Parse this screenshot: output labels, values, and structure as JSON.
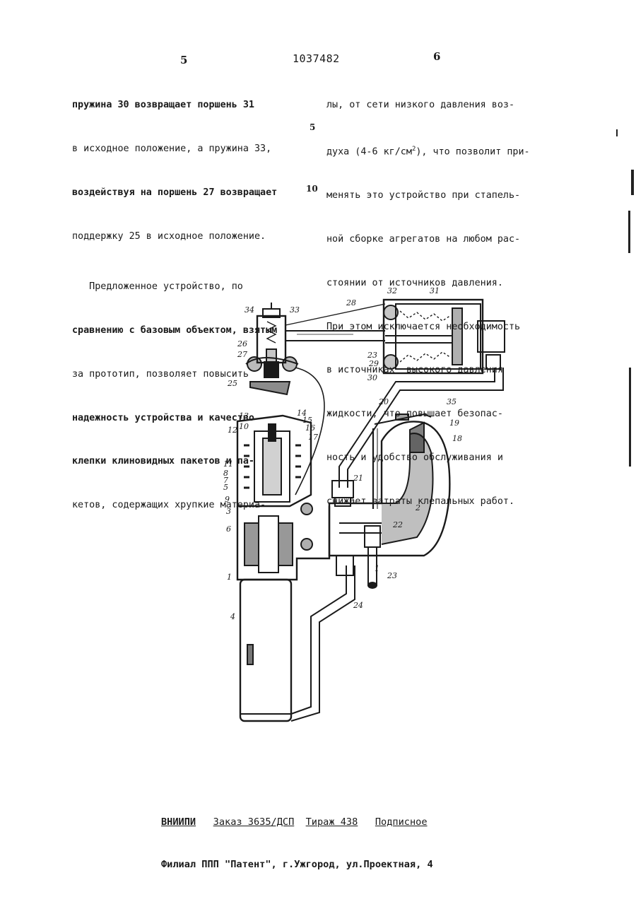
{
  "header": {
    "col_left_number": "5",
    "patent_number": "1037482",
    "col_right_number": "6"
  },
  "left_column": {
    "lines": [
      "пружина 30 возвращает поршень 31",
      "в исходное положение, а пружина 33,",
      "воздействуя на поршень 27 возвращает",
      "поддержку 25 в исходное положение.",
      "   Предложенное устройство, по",
      "сравнению с базовым объектом, взятым",
      "за прототип, позволяет повысить",
      "надежность устройства и качество",
      "клепки клиновидных пакетов и па-",
      "кетов, содержащих хрупкие материа-"
    ]
  },
  "line_numbers": [
    "5",
    "10"
  ],
  "right_column": {
    "line1": "лы, от сети низкого давления воз-",
    "line2_pre": "духа (4-6 кг/см",
    "line2_sup": "2",
    "line2_post": "), что позволит при-",
    "lines_rest": [
      "менять это устройство при стапель-",
      "ной сборке агрегатов на любом рас-",
      "стоянии от источников давления.",
      "При этом исключается необходимость",
      "в источниках  высокого давления",
      "жидкости, что повышает безопас-",
      "ность и удобство обслуживания и",
      "снижает затраты клепальных работ."
    ]
  },
  "figure": {
    "labels": {
      "l1": "1",
      "l2": "2",
      "l3": "3",
      "l4": "4",
      "l5": "5",
      "l6": "6",
      "l7": "7",
      "l8": "8",
      "l9": "9",
      "l10": "10",
      "l11": "11",
      "l12": "12",
      "l13": "13",
      "l14": "14",
      "l15": "15",
      "l16": "16",
      "l17": "17",
      "l18": "18",
      "l19": "19",
      "l20": "20",
      "l21": "21",
      "l22": "22",
      "l23": "23",
      "l24": "24",
      "l25": "25",
      "l26": "26",
      "l27": "27",
      "l28": "28",
      "l29": "29",
      "l30": "30",
      "l31": "31",
      "l32": "32",
      "l33": "33",
      "l34": "34",
      "l35": "35"
    }
  },
  "footer": {
    "org": "ВНИИПИ",
    "order": "Заказ 3635/ДСП",
    "print_run": "Тираж 438",
    "subscription": "Подписное",
    "branch_line": "Филиал ППП \"Патент\", г.Ужгород, ул.Проектная, 4"
  }
}
